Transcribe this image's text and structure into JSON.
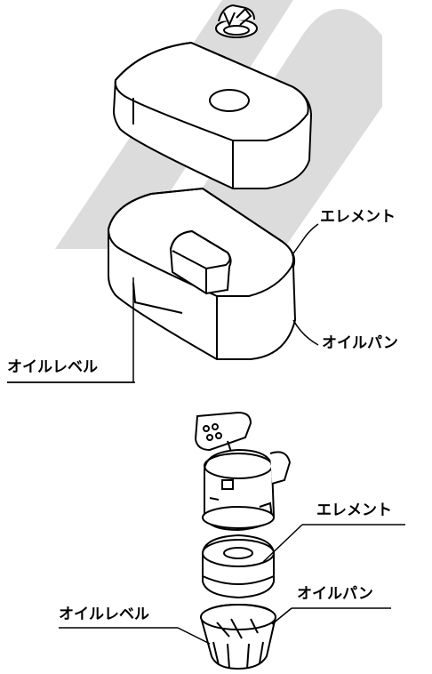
{
  "labels": {
    "upper_element": "エレメント",
    "upper_oil_pan": "オイルパン",
    "upper_oil_level": "オイルレベル",
    "lower_element": "エレメント",
    "lower_oil_pan": "オイルパン",
    "lower_oil_level": "オイルレベル"
  },
  "colors": {
    "ink": "#000000",
    "watermark": "#dcdcdc",
    "background": "#ffffff"
  }
}
